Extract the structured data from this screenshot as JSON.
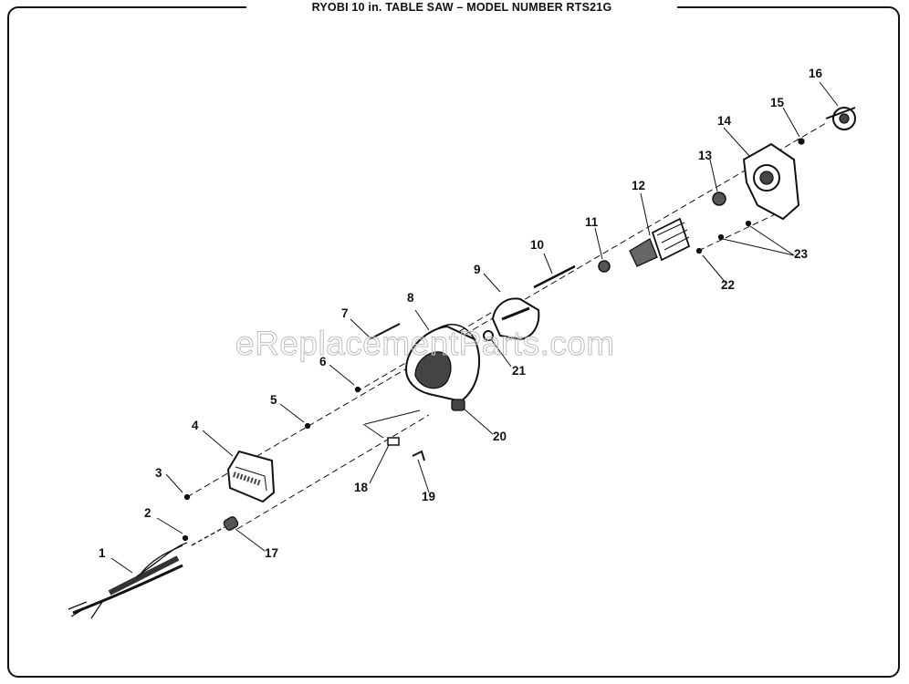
{
  "title": "RYOBI 10 in. TABLE SAW – MODEL NUMBER RTS21G",
  "watermark": "eReplacementParts.com",
  "callouts": {
    "c1": "1",
    "c2": "2",
    "c3": "3",
    "c4": "4",
    "c5": "5",
    "c6": "6",
    "c7": "7",
    "c8": "8",
    "c9": "9",
    "c10": "10",
    "c11": "11",
    "c12": "12",
    "c13": "13",
    "c14": "14",
    "c15": "15",
    "c16": "16",
    "c17": "17",
    "c18": "18",
    "c19": "19",
    "c20": "20",
    "c21": "21",
    "c22": "22",
    "c23": "23"
  }
}
